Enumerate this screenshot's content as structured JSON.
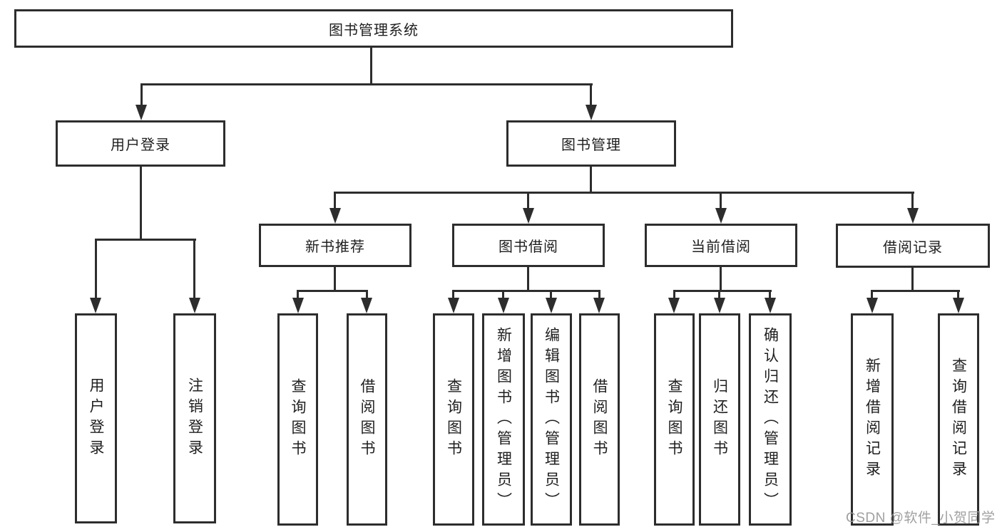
{
  "diagram": {
    "watermark": "CSDN @软件_小贺同学",
    "colors": {
      "line": "#2d2d2d",
      "text": "#1f1f1f",
      "background": "#ffffff",
      "watermark": "#9b9b9b"
    },
    "tree": {
      "root": "图书管理系统",
      "branches": [
        {
          "label": "用户登录",
          "leaves": [
            "用户登录",
            "注销登录"
          ]
        },
        {
          "label": "图书管理",
          "groups": [
            {
              "label": "新书推荐",
              "leaves": [
                "查询图书",
                "借阅图书"
              ]
            },
            {
              "label": "图书借阅",
              "leaves": [
                "查询图书",
                "新增图书（管理员）",
                "编辑图书（管理员）",
                "借阅图书"
              ]
            },
            {
              "label": "当前借阅",
              "leaves": [
                "查询图书",
                "归还图书",
                "确认归还（管理员）"
              ]
            },
            {
              "label": "借阅记录",
              "leaves": [
                "新增借阅记录",
                "查询借阅记录"
              ]
            }
          ]
        }
      ]
    }
  }
}
